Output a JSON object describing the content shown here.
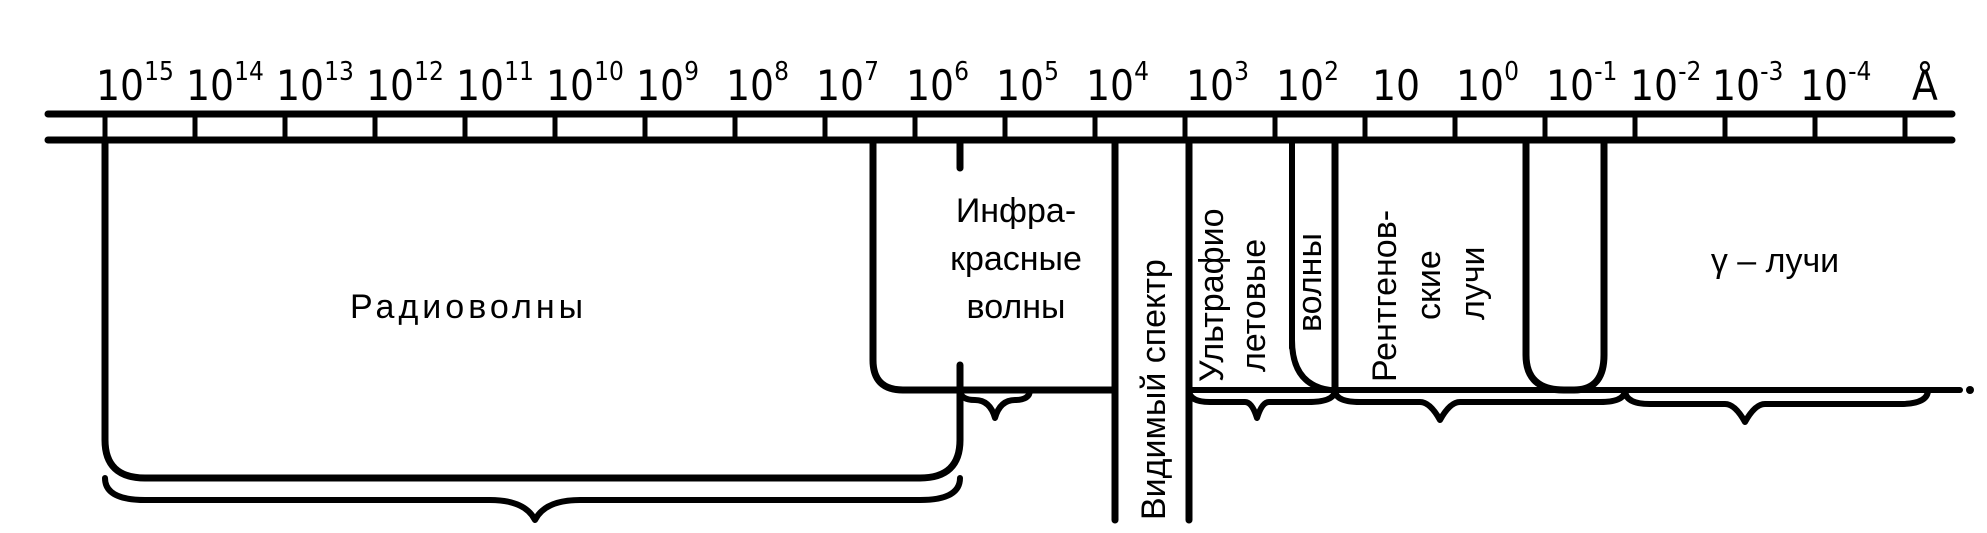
{
  "scale": {
    "tick_labels": [
      {
        "base": "10",
        "exp": "15"
      },
      {
        "base": "10",
        "exp": "14"
      },
      {
        "base": "10",
        "exp": "13"
      },
      {
        "base": "10",
        "exp": "12"
      },
      {
        "base": "10",
        "exp": "11"
      },
      {
        "base": "10",
        "exp": "10"
      },
      {
        "base": "10",
        "exp": "9"
      },
      {
        "base": "10",
        "exp": "8"
      },
      {
        "base": "10",
        "exp": "7"
      },
      {
        "base": "10",
        "exp": "6"
      },
      {
        "base": "10",
        "exp": "5"
      },
      {
        "base": "10",
        "exp": "4"
      },
      {
        "base": "10",
        "exp": "3"
      },
      {
        "base": "10",
        "exp": "2"
      },
      {
        "base": "10",
        "exp": ""
      },
      {
        "base": "10",
        "exp": "0"
      },
      {
        "base": "10",
        "exp": "-1"
      },
      {
        "base": "10",
        "exp": "-2"
      },
      {
        "base": "10",
        "exp": "-3"
      },
      {
        "base": "10",
        "exp": "-4"
      }
    ],
    "unit": "Å"
  },
  "regions": {
    "radio": "Радиоволны",
    "infrared": [
      "Инфра-",
      "красные",
      "волны"
    ],
    "visible": "Видимый спектр",
    "ultraviolet": [
      "Ультрафио",
      "летовые",
      "волны"
    ],
    "xray": [
      "Рентгенов-",
      "ские",
      "лучи"
    ],
    "gamma": "γ – лучи"
  }
}
